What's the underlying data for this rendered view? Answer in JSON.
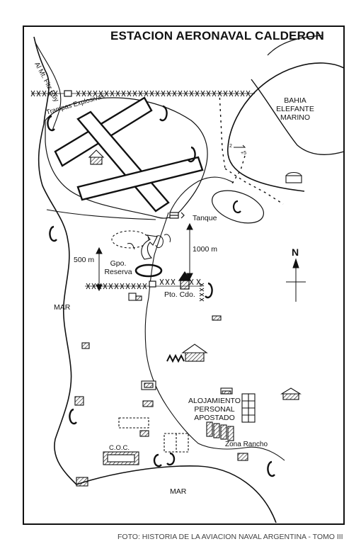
{
  "title": "ESTACION AERONAVAL CALDERON",
  "labels": {
    "road_fitz_roy": "Al Mt. Fitz Roy",
    "trampas": "Trampas Explosivas",
    "bahia_line1": "BAHIA",
    "bahia_line2": "ELEFANTE",
    "bahia_line3": "MARINO",
    "tanque": "Tanque",
    "dist_1000": "1000 m",
    "dist_500": "500 m",
    "gpo_line1": "Gpo.",
    "gpo_line2": "Reserva",
    "pto_cdo": "Pto. Cdo.",
    "mar_left": "MAR",
    "mar_bottom": "MAR",
    "north": "N",
    "alojamiento_line1": "ALOJAMIENTO",
    "alojamiento_line2": "PERSONAL",
    "alojamiento_line3": "APOSTADO",
    "zona_rancho": "Zona Rancho",
    "coc": "C.O.C."
  },
  "credit": "FOTO: HISTORIA DE LA AVIACION NAVAL ARGENTINA - TOMO III"
}
